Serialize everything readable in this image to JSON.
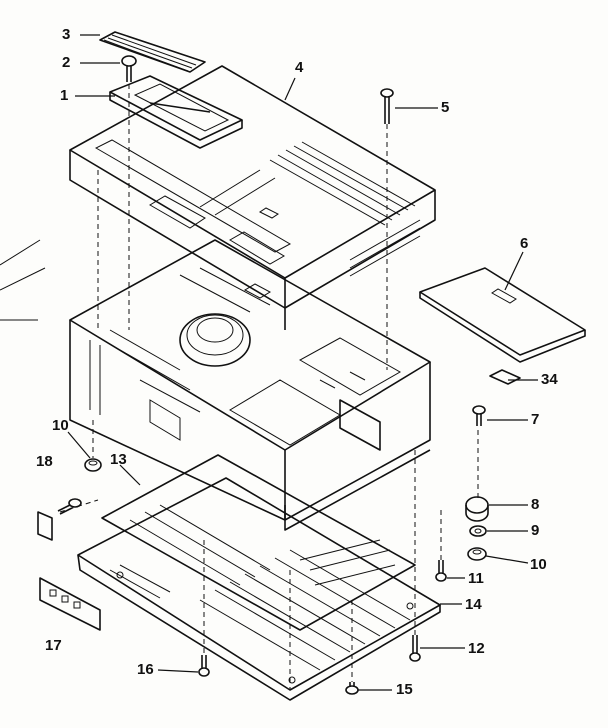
{
  "callouts": [
    {
      "id": "c1",
      "label": "1"
    },
    {
      "id": "c2",
      "label": "2"
    },
    {
      "id": "c3",
      "label": "3"
    },
    {
      "id": "c4",
      "label": "4"
    },
    {
      "id": "c5",
      "label": "5"
    },
    {
      "id": "c6",
      "label": "6"
    },
    {
      "id": "c7",
      "label": "7"
    },
    {
      "id": "c8",
      "label": "8"
    },
    {
      "id": "c9",
      "label": "9"
    },
    {
      "id": "c10a",
      "label": "10"
    },
    {
      "id": "c10b",
      "label": "10"
    },
    {
      "id": "c11",
      "label": "11"
    },
    {
      "id": "c12",
      "label": "12"
    },
    {
      "id": "c13",
      "label": "13"
    },
    {
      "id": "c14",
      "label": "14"
    },
    {
      "id": "c15",
      "label": "15"
    },
    {
      "id": "c16",
      "label": "16"
    },
    {
      "id": "c17",
      "label": "17"
    },
    {
      "id": "c18",
      "label": "18"
    },
    {
      "id": "c34",
      "label": "34"
    }
  ]
}
